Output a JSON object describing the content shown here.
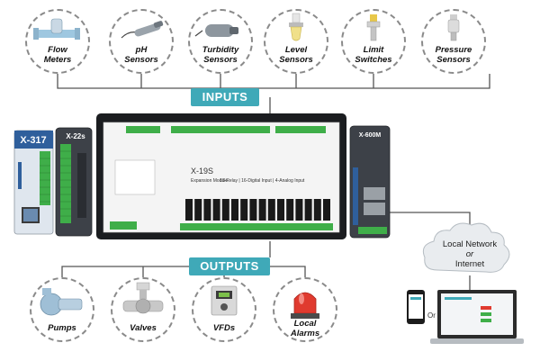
{
  "inputs_label": "INPUTS",
  "outputs_label": "OUTPUTS",
  "inputs": [
    {
      "line1": "Flow",
      "line2": "Meters",
      "icon": "flow-meter-icon"
    },
    {
      "line1": "pH",
      "line2": "Sensors",
      "icon": "ph-sensor-icon"
    },
    {
      "line1": "Turbidity",
      "line2": "Sensors",
      "icon": "turbidity-sensor-icon"
    },
    {
      "line1": "Level",
      "line2": "Sensors",
      "icon": "level-sensor-icon"
    },
    {
      "line1": "Limit",
      "line2": "Switches",
      "icon": "limit-switch-icon"
    },
    {
      "line1": "Pressure",
      "line2": "Sensors",
      "icon": "pressure-sensor-icon"
    }
  ],
  "outputs": [
    {
      "line1": "Pumps",
      "line2": "",
      "icon": "pump-icon"
    },
    {
      "line1": "Valves",
      "line2": "",
      "icon": "valve-icon"
    },
    {
      "line1": "VFDs",
      "line2": "",
      "icon": "vfd-icon"
    },
    {
      "line1": "Local",
      "line2": "Alarms",
      "icon": "alarm-light-icon"
    }
  ],
  "devices": {
    "left_module_1": "X-317",
    "left_module_2": "X-22s",
    "main_module_model": "X-19S",
    "main_module_desc": "16-Relay | 16-Digital Input | 4-Analog Input",
    "main_module_sub": "Expansion Module",
    "right_module": "X-600M"
  },
  "network": {
    "line1": "Local Network",
    "line2": "or",
    "line3": "Internet"
  },
  "or_label": "Or",
  "colors": {
    "accent": "#3fa9b8",
    "connector": "#555555",
    "terminal_green": "#3fae49",
    "relay_black": "#1a1a1a",
    "board": "#f4f4f4"
  }
}
